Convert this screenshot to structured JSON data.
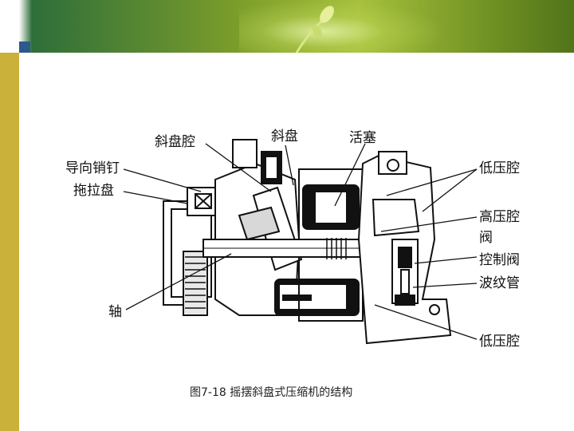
{
  "labels": {
    "swash_plate_chamber": "斜盘腔",
    "swash_plate": "斜盘",
    "piston": "活塞",
    "guide_pin": "导向销钉",
    "drag_plate": "拖拉盘",
    "shaft": "轴",
    "low_pressure_chamber_top": "低压腔",
    "high_pressure_chamber_line1": "高压腔",
    "high_pressure_chamber_line2": "阀",
    "control_valve": "控制阀",
    "bellows": "波纹管",
    "low_pressure_chamber_bottom": "低压腔"
  },
  "caption": "图7-18  摇摆斜盘式压缩机的结构",
  "colors": {
    "banner_green": "#7c9d2a",
    "side_bar": "#c9b13a",
    "corner_square": "#2b5a8c"
  }
}
